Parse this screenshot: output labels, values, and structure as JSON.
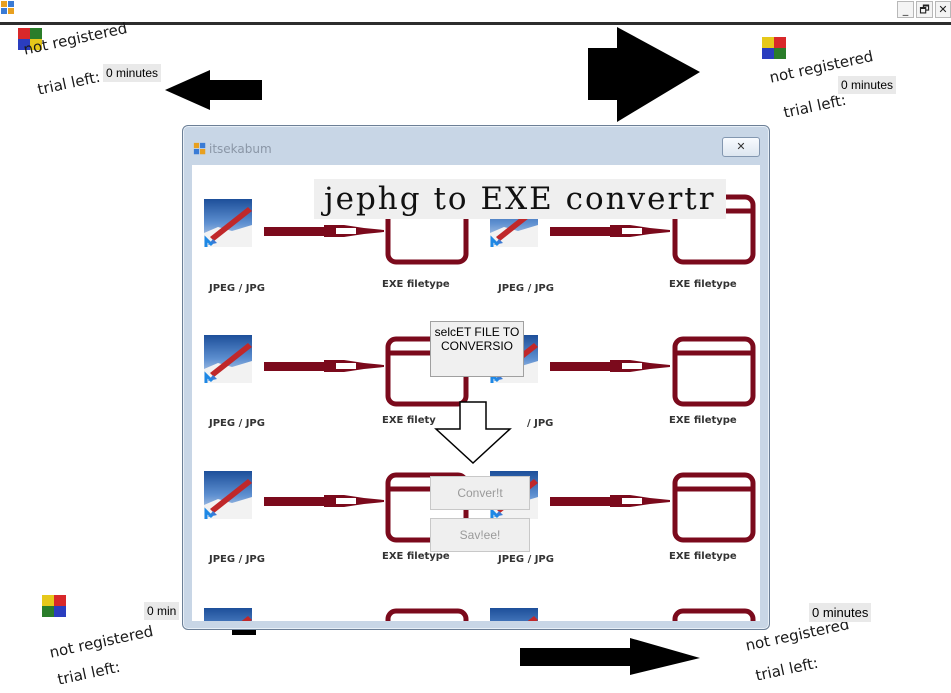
{
  "window": {
    "app_icon": "app-icon",
    "minimize_glyph": "_",
    "maximize_glyph": "🗗",
    "close_glyph": "✕"
  },
  "watermarks": {
    "line1": "not registered",
    "line2": "trial left:",
    "minutes_label": "0 minutes",
    "minutes_label_cut": "0 min"
  },
  "dialog": {
    "title": "itsekabum",
    "close_glyph": "✕",
    "banner": "jephg to EXE convertr",
    "jpeg_label": "JPEG / JPG",
    "exe_label": "EXE filetype",
    "exe_label_cut": "EXE filety",
    "jpeg_label_cut": "/ JPG",
    "select_button": "selcET FILE TO CONVERSIO",
    "convert_button": "Conver!t",
    "save_button": "Sav!ee!"
  },
  "colors": {
    "arrow_dark_red": "#7b0a1c",
    "black": "#000000"
  }
}
